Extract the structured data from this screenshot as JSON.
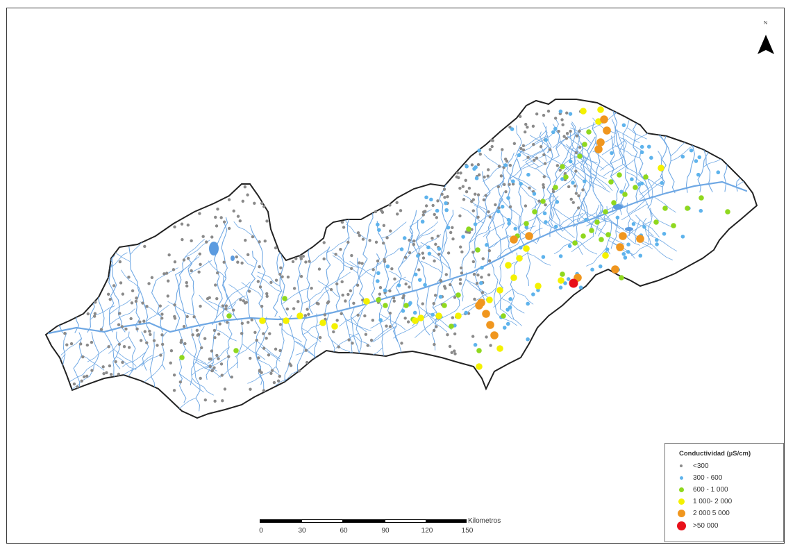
{
  "legend": {
    "title": "Conductividad (µS/cm)",
    "classes": [
      {
        "label": "<300",
        "color": "#8a8a8a"
      },
      {
        "label": "300 - 600",
        "color": "#5eb3ec"
      },
      {
        "label": "600 - 1 000",
        "color": "#8fd81e"
      },
      {
        "label": "1 000- 2 000",
        "color": "#f4f100"
      },
      {
        "label": "2 000 5 000",
        "color": "#f0961e"
      },
      {
        "label": ">50 000",
        "color": "#e8101a"
      }
    ]
  },
  "scale_bar": {
    "ticks": [
      "0",
      "30",
      "60",
      "90",
      "120",
      "150"
    ],
    "unit": "Kilometros"
  },
  "north_arrow": {
    "label": "N",
    "icon": "north-arrow-icon"
  },
  "colors": {
    "river": "#6fa8e4",
    "outline": "#222222"
  }
}
